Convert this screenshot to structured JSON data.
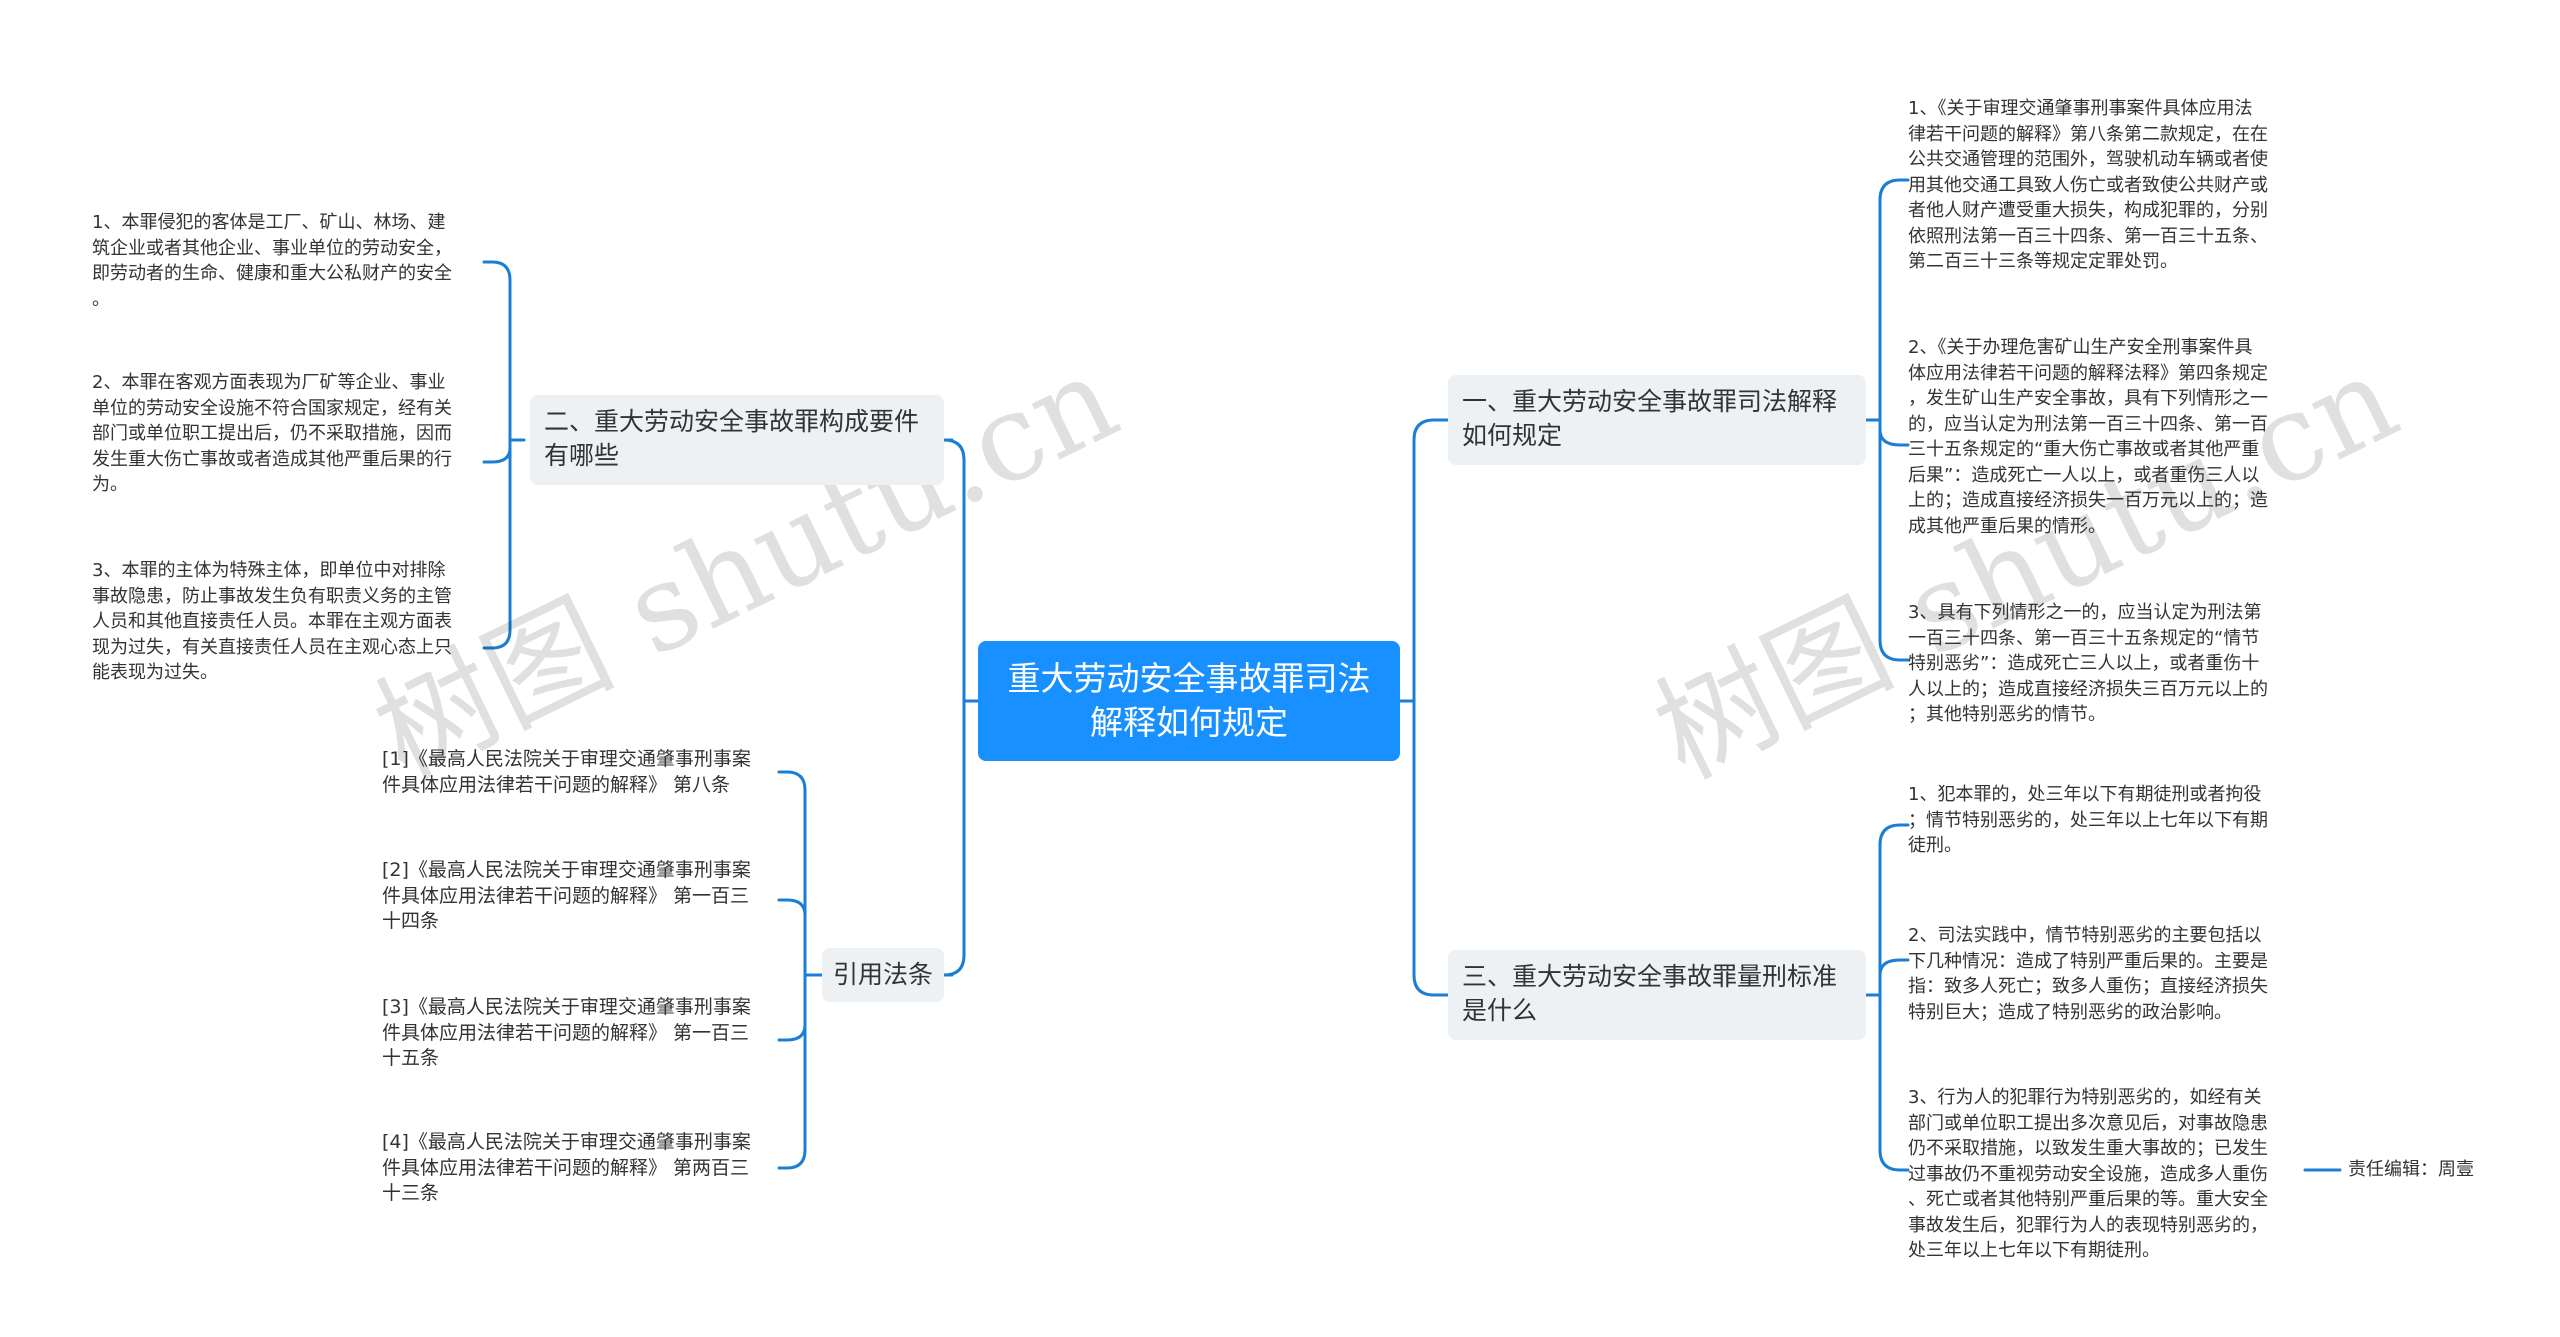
{
  "root": {
    "title": "重大劳动安全事故罪司法解释如何规定"
  },
  "branches": {
    "b1": {
      "label": "一、重大劳动安全事故罪司法解释如何规定",
      "items": [
        "1、《关于审理交通肇事刑事案件具体应用法\n律若干问题的解释》第八条第二款规定，在在\n公共交通管理的范围外，驾驶机动车辆或者使\n用其他交通工具致人伤亡或者致使公共财产或\n者他人财产遭受重大损失，构成犯罪的，分别\n依照刑法第一百三十四条、第一百三十五条、\n第二百三十三条等规定定罪处罚。",
        "2、《关于办理危害矿山生产安全刑事案件具\n体应用法律若干问题的解释法释》第四条规定\n，发生矿山生产安全事故，具有下列情形之一\n的，应当认定为刑法第一百三十四条、第一百\n三十五条规定的“重大伤亡事故或者其他严重\n后果”：造成死亡一人以上，或者重伤三人以\n上的；造成直接经济损失一百万元以上的；造\n成其他严重后果的情形。",
        "3、具有下列情形之一的，应当认定为刑法第\n一百三十四条、第一百三十五条规定的“情节\n特别恶劣”：造成死亡三人以上，或者重伤十\n人以上的；造成直接经济损失三百万元以上的\n；其他特别恶劣的情节。"
      ]
    },
    "b2": {
      "label": "二、重大劳动安全事故罪构成要件有哪些",
      "items": [
        "1、本罪侵犯的客体是工厂、矿山、林场、建\n筑企业或者其他企业、事业单位的劳动安全，\n即劳动者的生命、健康和重大公私财产的安全\n。",
        "2、本罪在客观方面表现为厂矿等企业、事业\n单位的劳动安全设施不符合国家规定，经有关\n部门或单位职工提出后，仍不采取措施，因而\n发生重大伤亡事故或者造成其他严重后果的行\n为。",
        "3、本罪的主体为特殊主体，即单位中对排除\n事故隐患，防止事故发生负有职责义务的主管\n人员和其他直接责任人员。本罪在主观方面表\n现为过失，有关直接责任人员在主观心态上只\n能表现为过失。"
      ]
    },
    "b3": {
      "label": "三、重大劳动安全事故罪量刑标准是什么",
      "items": [
        "1、犯本罪的，处三年以下有期徒刑或者拘役\n；情节特别恶劣的，处三年以上七年以下有期\n徒刑。",
        "2、司法实践中，情节特别恶劣的主要包括以\n下几种情况：造成了特别严重后果的。主要是\n指：致多人死亡；致多人重伤；直接经济损失\n特别巨大；造成了特别恶劣的政治影响。",
        "3、行为人的犯罪行为特别恶劣的，如经有关\n部门或单位职工提出多次意见后，对事故隐患\n仍不采取措施，以致发生重大事故的；已发生\n过事故仍不重视劳动安全设施，造成多人重伤\n、死亡或者其他特别严重后果的等。重大安全\n事故发生后，犯罪行为人的表现特别恶劣的，\n处三年以上七年以下有期徒刑。"
      ],
      "note": "责任编辑：周壹"
    },
    "b4": {
      "label": "引用法条",
      "items": [
        "[1]《最高人民法院关于审理交通肇事刑事案\n件具体应用法律若干问题的解释》 第八条",
        "[2]《最高人民法院关于审理交通肇事刑事案\n件具体应用法律若干问题的解释》 第一百三\n十四条",
        "[3]《最高人民法院关于审理交通肇事刑事案\n件具体应用法律若干问题的解释》 第一百三\n十五条",
        "[4]《最高人民法院关于审理交通肇事刑事案\n件具体应用法律若干问题的解释》 第两百三\n十三条"
      ]
    }
  },
  "watermark": "树图 shutu.cn",
  "colors": {
    "accent": "#1890ff",
    "connector": "#1a7fd4",
    "branch_bg": "#eef1f4"
  }
}
